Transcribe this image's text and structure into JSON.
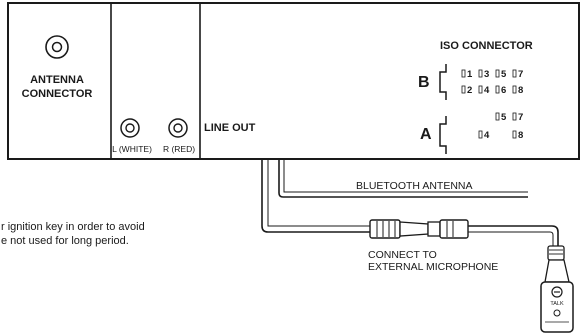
{
  "panel": {
    "antenna_label": [
      "ANTENNA",
      "CONNECTOR"
    ],
    "rca_left_label": "L (WHITE)",
    "rca_right_label": "R (RED)",
    "line_out_label": "LINE OUT",
    "iso_title": "ISO CONNECTOR",
    "iso_b_label": "B",
    "iso_a_label": "A",
    "iso_b_row1": [
      "1",
      "3",
      "5",
      "7"
    ],
    "iso_b_row2": [
      "2",
      "4",
      "6",
      "8"
    ],
    "iso_a_row1": [
      "5",
      "7"
    ],
    "iso_a_row2": [
      "4",
      "8"
    ]
  },
  "cables": {
    "bluetooth_label": "BLUETOOTH ANTENNA",
    "microphone_label": [
      "CONNECT TO",
      "EXTERNAL MICROPHONE"
    ]
  },
  "microphone": {
    "button_label": "TALK"
  },
  "note": {
    "lines": [
      "r ignition key in order to avoid",
      "e not used for long period."
    ]
  }
}
